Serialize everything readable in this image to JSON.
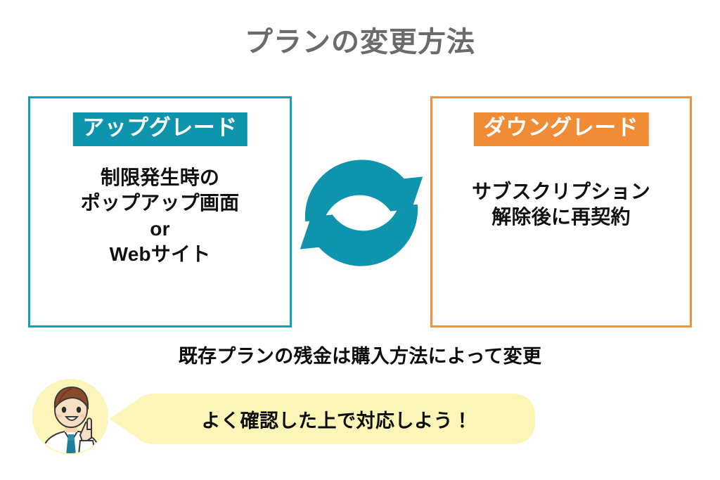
{
  "page": {
    "title": "プランの変更方法",
    "title_color": "#6b6b6b",
    "background": "#ffffff"
  },
  "panels": [
    {
      "id": "upgrade",
      "header_label": "アップグレード",
      "header_bg": "#0E95AD",
      "header_text_color": "#ffffff",
      "border_color": "#12A0B8",
      "body_lines": [
        "制限発生時の",
        "ポップアップ画面",
        "or",
        "Webサイト"
      ]
    },
    {
      "id": "downgrade",
      "header_label": "ダウングレード",
      "header_bg": "#F08C36",
      "header_text_color": "#ffffff",
      "border_color": "#F2913D",
      "body_lines": [
        "サブスクリプション",
        "解除後に再契約"
      ]
    }
  ],
  "center_icon": {
    "name": "sync-circular-arrows-icon",
    "color": "#0E95AD"
  },
  "footnote": {
    "text": "既存プランの残金は購入方法によって変更",
    "color": "#0d0d0d"
  },
  "avatar": {
    "name": "business-person-pointing-avatar",
    "circle_bg": "#FBF5BC",
    "hair_color": "#8A4B2A",
    "skin_color": "#F7DFC4",
    "shirt_color": "#ffffff",
    "tie_color": "#1E7E96"
  },
  "speech_bubble": {
    "text": "よく確認した上で対応しよう！",
    "bg": "#FCF5B8",
    "text_color": "#0d0d0d"
  }
}
